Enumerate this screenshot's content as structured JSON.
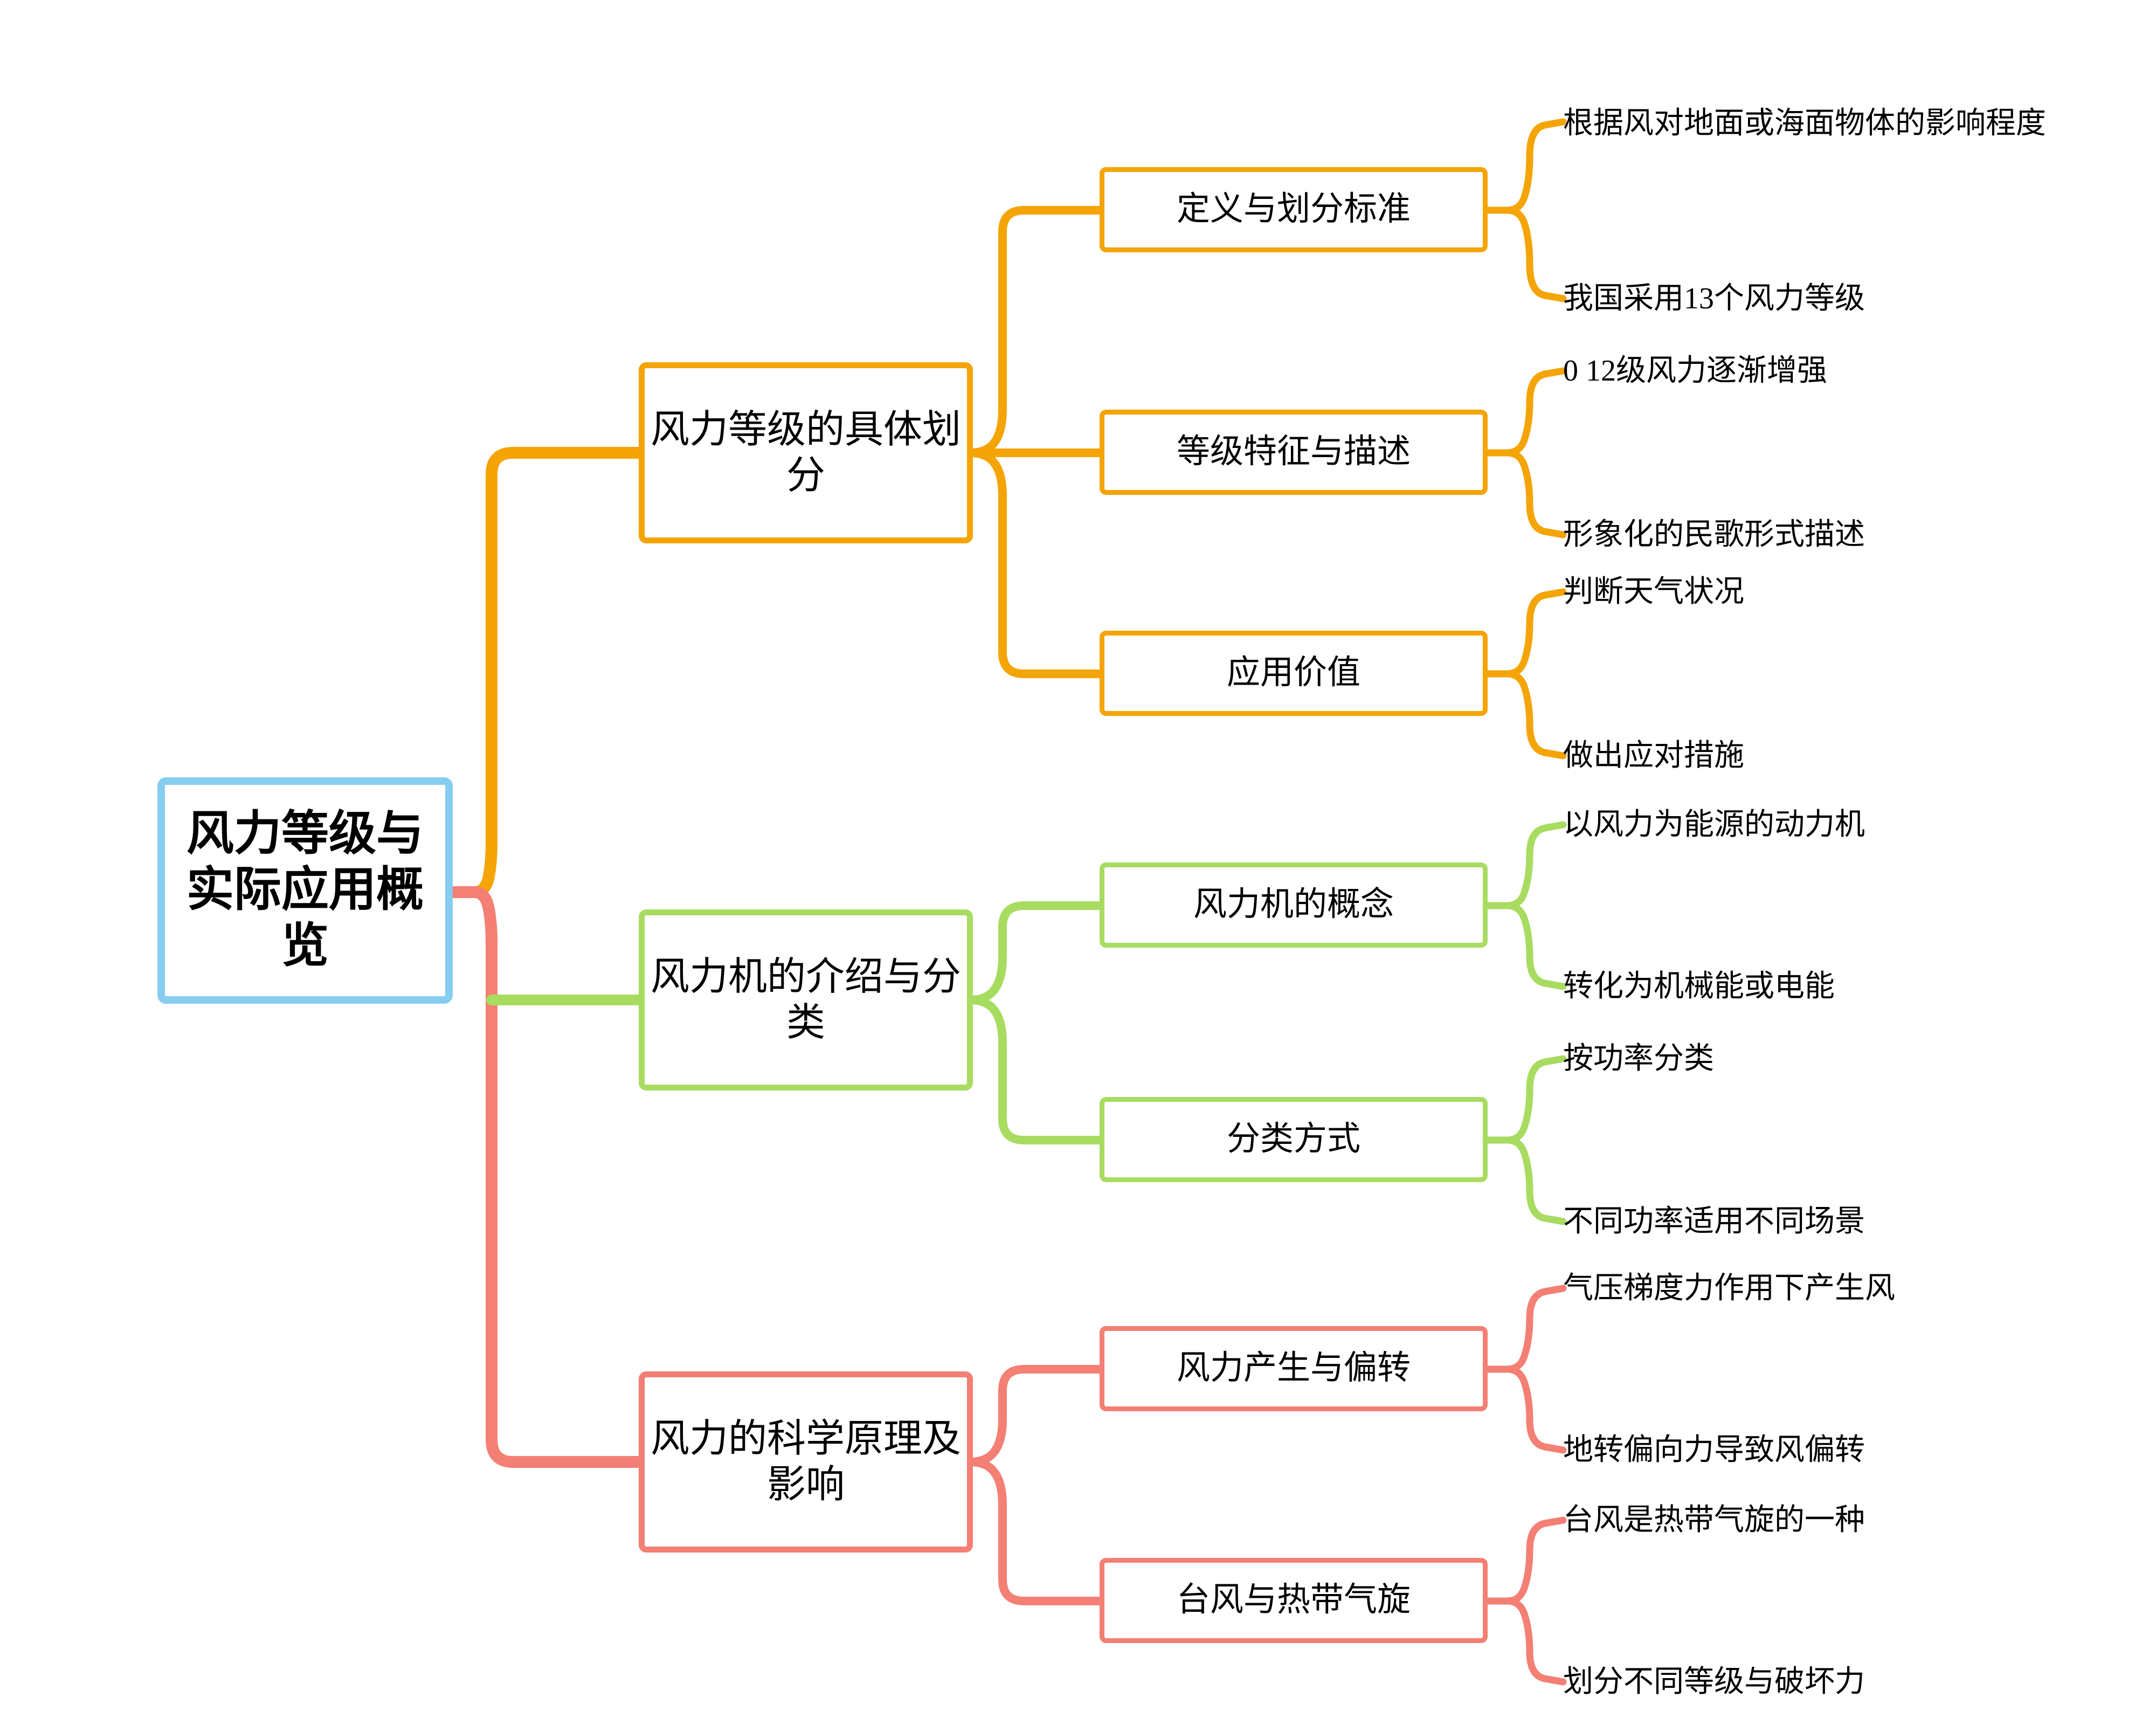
{
  "diagram": {
    "type": "mind-map",
    "orientation": "left-to-right",
    "background": "#ffffff",
    "colors": {
      "root": "#86cdf0",
      "branch_1": "#f5a406",
      "branch_2": "#a8dc60",
      "branch_3": "#f47f74",
      "text": "#000000"
    }
  },
  "root": {
    "label": "风力等级与实际应用概览"
  },
  "branches": [
    {
      "id": "branch-1",
      "label": "风力等级的具体划分",
      "color": "#f5a406",
      "children": [
        {
          "id": "branch-1-topic-1",
          "label": "定义与划分标准",
          "leaves": [
            "根据风对地面或海面物体的影响程度",
            "我国采用13个风力等级"
          ]
        },
        {
          "id": "branch-1-topic-2",
          "label": "等级特征与描述",
          "leaves": [
            "0 12级风力逐渐增强",
            "形象化的民歌形式描述"
          ]
        },
        {
          "id": "branch-1-topic-3",
          "label": "应用价值",
          "leaves": [
            "判断天气状况",
            "做出应对措施"
          ]
        }
      ]
    },
    {
      "id": "branch-2",
      "label": "风力机的介绍与分类",
      "color": "#a8dc60",
      "children": [
        {
          "id": "branch-2-topic-1",
          "label": "风力机的概念",
          "leaves": [
            "以风力为能源的动力机",
            "转化为机械能或电能"
          ]
        },
        {
          "id": "branch-2-topic-2",
          "label": "分类方式",
          "leaves": [
            "按功率分类",
            "不同功率适用不同场景"
          ]
        }
      ]
    },
    {
      "id": "branch-3",
      "label": "风力的科学原理及影响",
      "color": "#f47f74",
      "children": [
        {
          "id": "branch-3-topic-1",
          "label": "风力产生与偏转",
          "leaves": [
            "气压梯度力作用下产生风",
            "地转偏向力导致风偏转"
          ]
        },
        {
          "id": "branch-3-topic-2",
          "label": "台风与热带气旋",
          "leaves": [
            "台风是热带气旋的一种",
            "划分不同等级与破坏力"
          ]
        }
      ]
    }
  ]
}
